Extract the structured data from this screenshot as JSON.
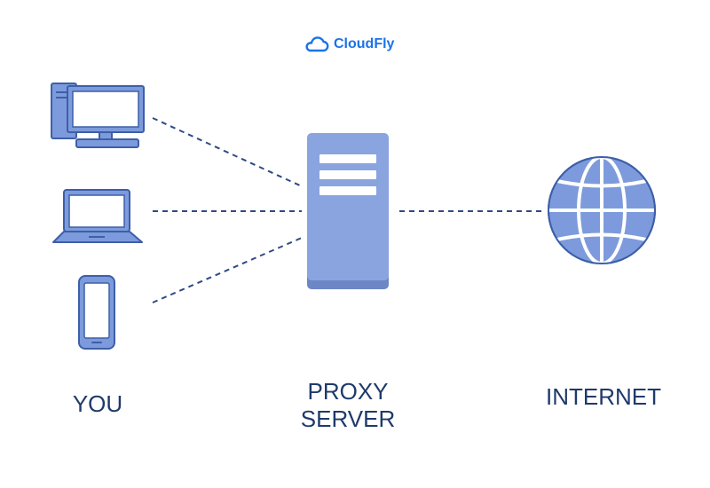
{
  "brand": {
    "name": "CloudFly",
    "icon": "cloud-logo-icon",
    "color": "#1a73e8"
  },
  "nodes": {
    "you": {
      "label": "YOU",
      "devices": [
        "desktop-computer-icon",
        "laptop-icon",
        "smartphone-icon"
      ]
    },
    "proxy": {
      "label_line1": "PROXY",
      "label_line2": "SERVER",
      "icon": "server-icon"
    },
    "internet": {
      "label": "INTERNET",
      "icon": "globe-icon"
    }
  },
  "colors": {
    "icon_fill": "#7d9bdc",
    "icon_outline": "#3d5fa8",
    "server_fill": "#8aa4e0",
    "server_base": "#6d86c6",
    "connector": "#2f4a85",
    "label": "#1f3a6b"
  }
}
